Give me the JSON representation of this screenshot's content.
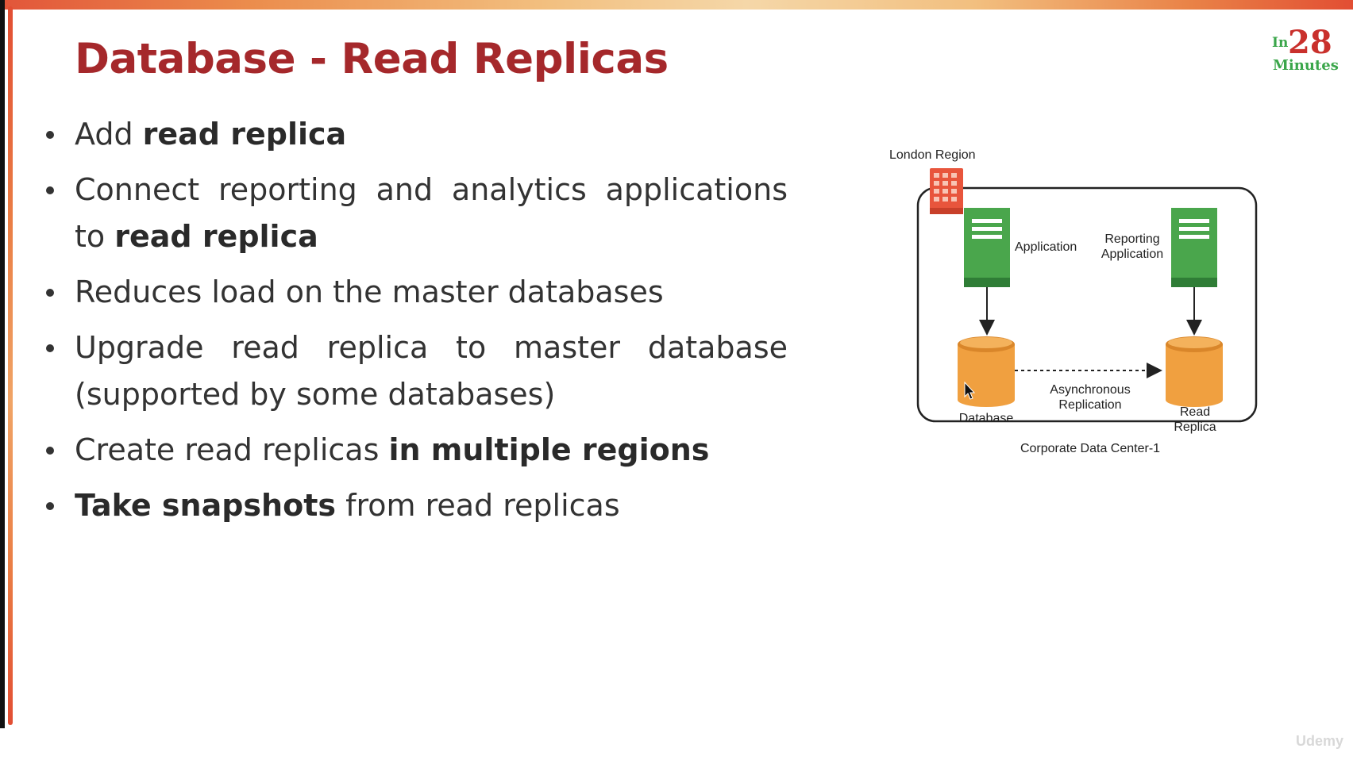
{
  "slide": {
    "title": "Database - Read Replicas",
    "logo": {
      "prefix": "In",
      "number": "28",
      "suffix": "Minutes"
    },
    "bullets": [
      {
        "parts": [
          {
            "text": "Add "
          },
          {
            "text": "read replica",
            "bold": true
          }
        ]
      },
      {
        "parts": [
          {
            "text": "Connect reporting and analytics applications to "
          },
          {
            "text": "read replica",
            "bold": true
          }
        ]
      },
      {
        "parts": [
          {
            "text": "Reduces load on the master databases"
          }
        ]
      },
      {
        "parts": [
          {
            "text": "Upgrade read replica to master database (supported by some databases)"
          }
        ]
      },
      {
        "parts": [
          {
            "text": "Create read replicas "
          },
          {
            "text": "in multiple regions",
            "bold": true
          }
        ]
      },
      {
        "parts": [
          {
            "text": "Take snapshots",
            "bold": true
          },
          {
            "text": " from read replicas"
          }
        ]
      }
    ]
  },
  "diagram": {
    "region_label": "London Region",
    "container_label": "Corporate Data Center-1",
    "application_label": "Application",
    "reporting_label": "Reporting Application",
    "database_label": "Database",
    "replica_label": "Read Replica",
    "replication_label": "Asynchronous Replication"
  },
  "watermark": "Udemy",
  "colors": {
    "title": "#a5282b",
    "server_green": "#4aa64c",
    "db_orange": "#f0a040",
    "region_red": "#e8553c",
    "logo_red": "#c9302c",
    "logo_green": "#3aa64a"
  }
}
